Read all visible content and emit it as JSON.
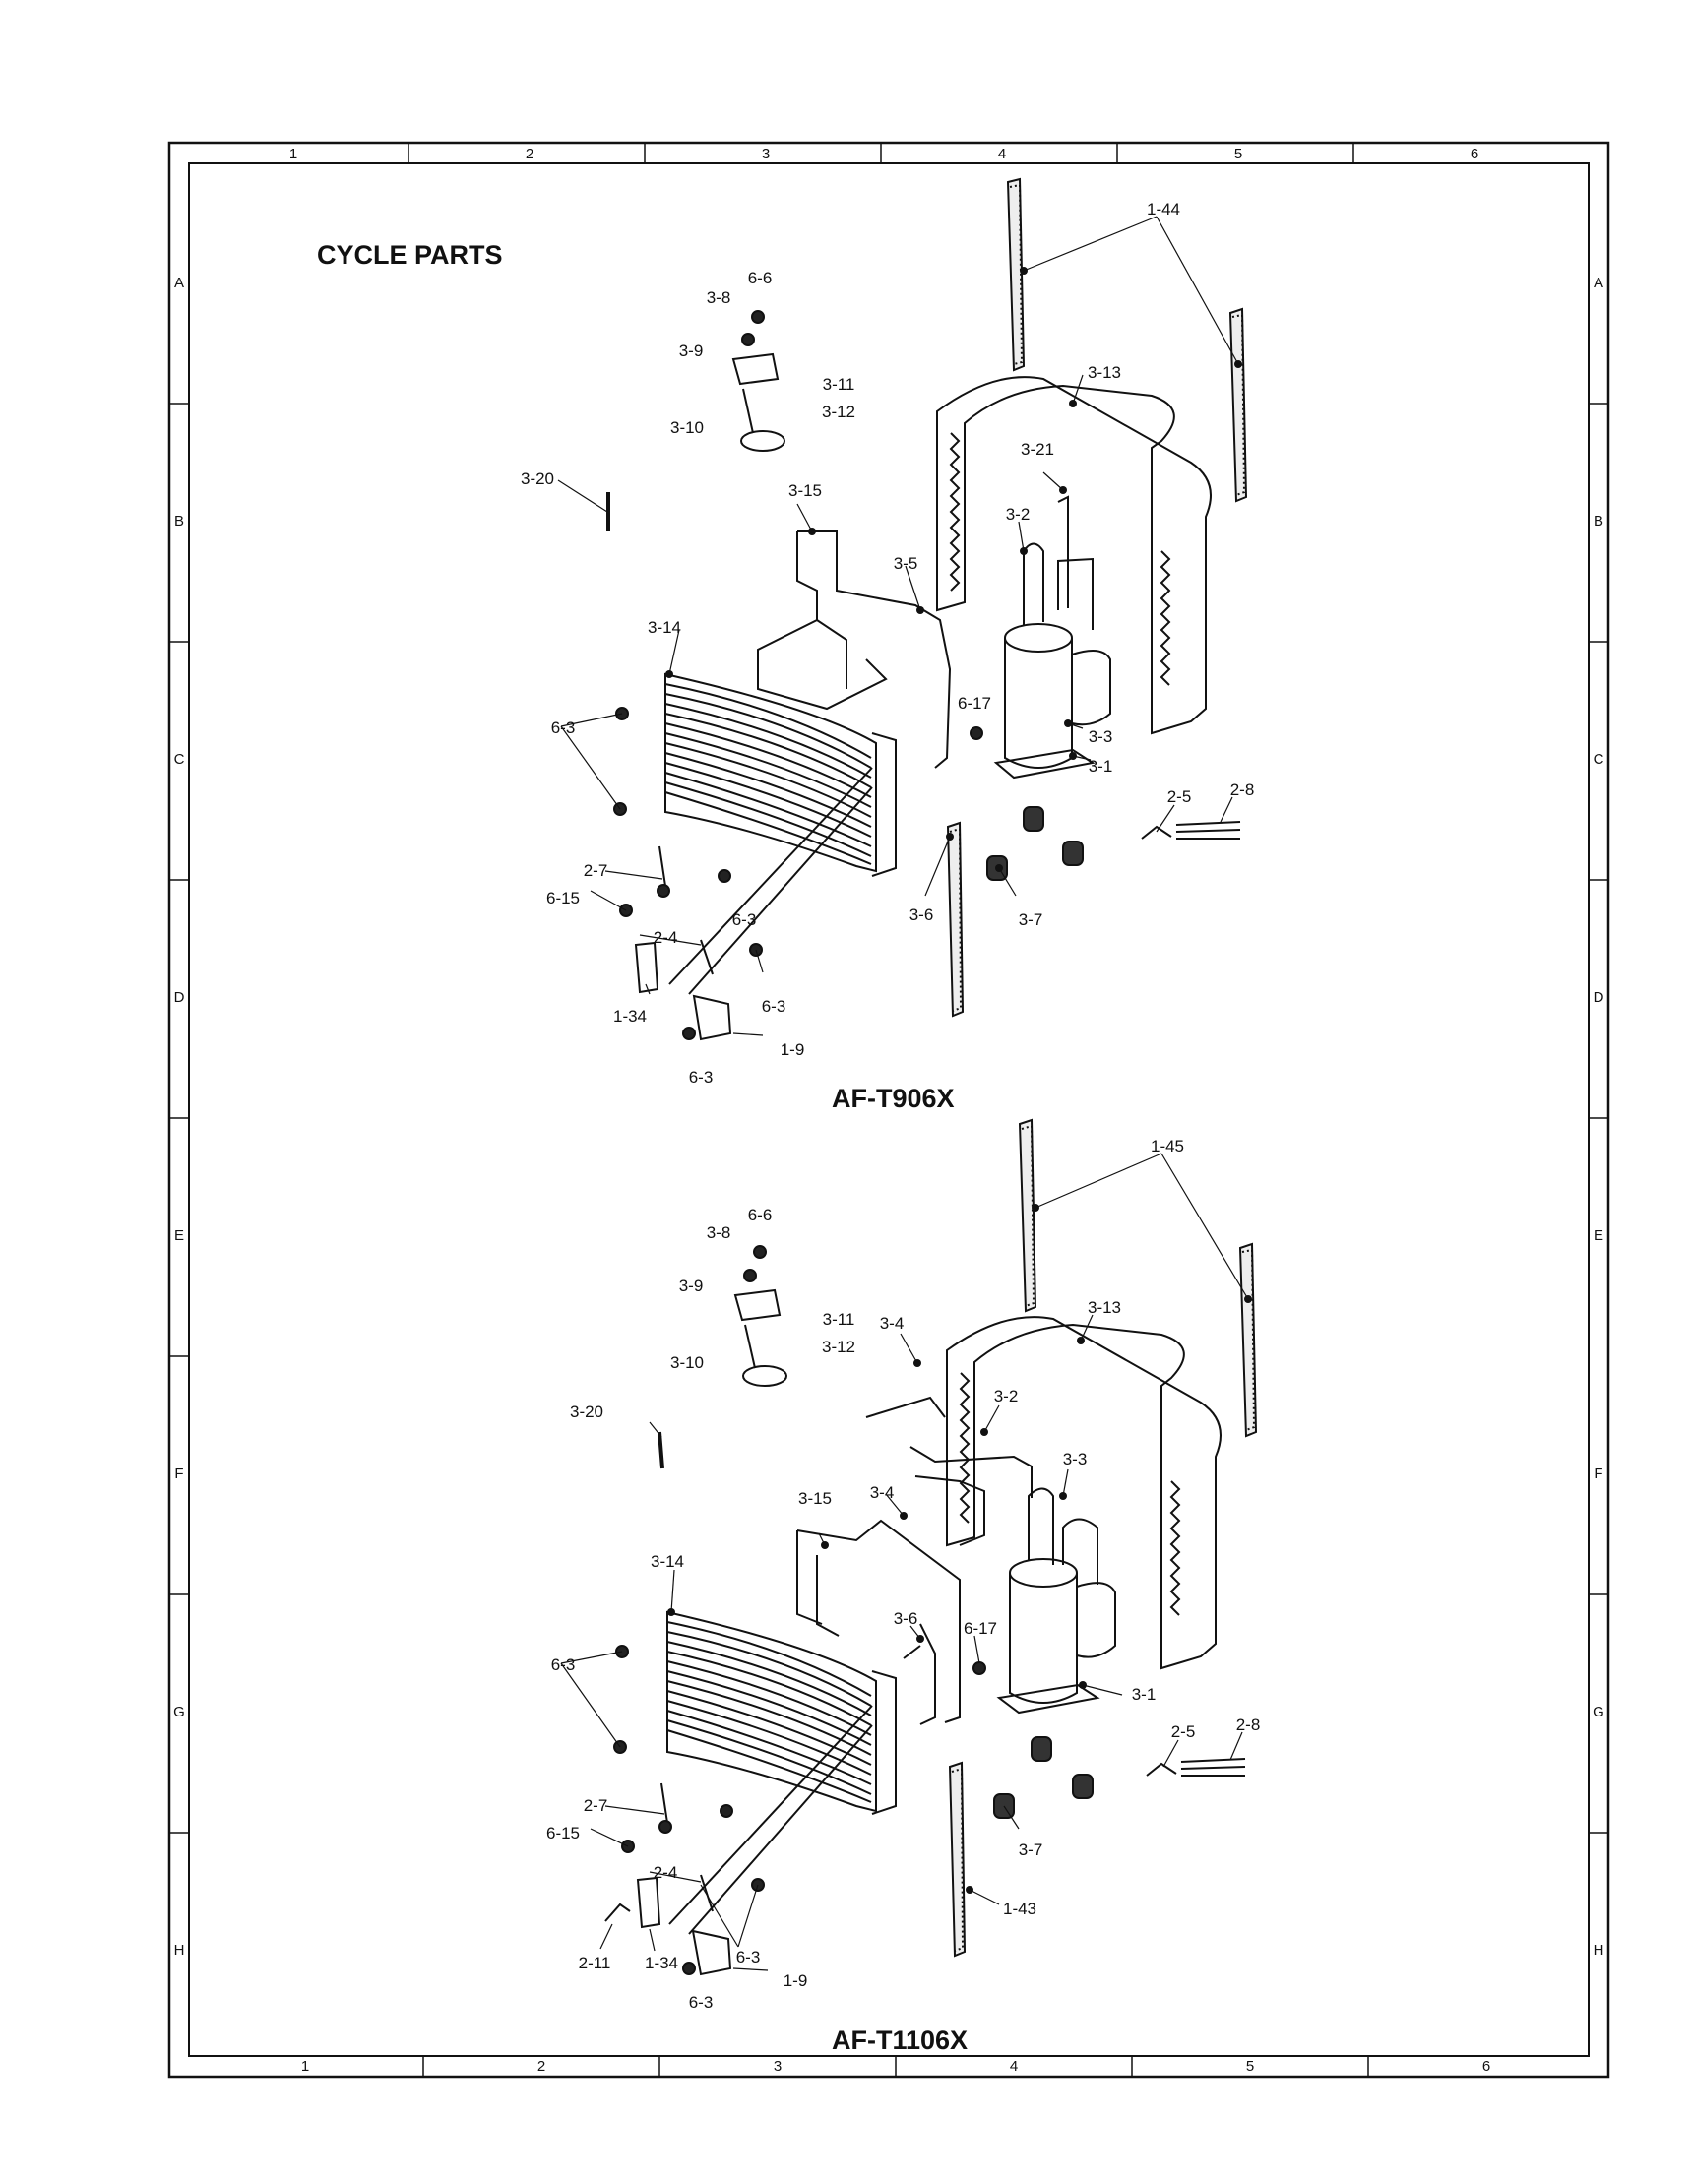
{
  "title": "CYCLE PARTS",
  "grid": {
    "columns": [
      "1",
      "2",
      "3",
      "4",
      "5",
      "6"
    ],
    "rows": [
      "A",
      "B",
      "C",
      "D",
      "E",
      "F",
      "G",
      "H"
    ]
  },
  "diagrams": [
    {
      "model": "AF-T906X",
      "labels": [
        "1-44",
        "6-6",
        "3-8",
        "3-9",
        "3-11",
        "3-12",
        "3-10",
        "3-13",
        "3-21",
        "3-20",
        "3-15",
        "3-2",
        "3-5",
        "3-14",
        "6-3",
        "6-17",
        "3-3",
        "3-1",
        "2-5",
        "2-8",
        "2-7",
        "6-15",
        "6-3",
        "3-6",
        "3-7",
        "2-4",
        "6-3",
        "1-34",
        "1-9",
        "6-3"
      ]
    },
    {
      "model": "AF-T1106X",
      "labels": [
        "1-45",
        "6-6",
        "3-8",
        "3-9",
        "3-11",
        "3-12",
        "3-10",
        "3-4",
        "3-13",
        "3-20",
        "3-2",
        "3-3",
        "3-15",
        "3-4",
        "3-14",
        "6-17",
        "3-6",
        "6-3",
        "3-1",
        "2-5",
        "2-8",
        "2-7",
        "6-15",
        "3-7",
        "2-4",
        "1-43",
        "6-3",
        "1-9",
        "2-11",
        "1-34",
        "6-3"
      ]
    }
  ]
}
